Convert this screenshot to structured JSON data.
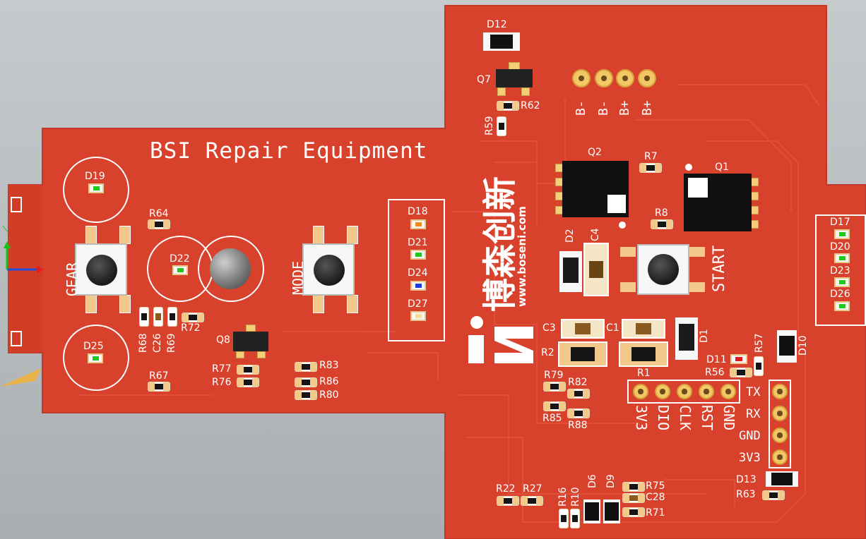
{
  "board": {
    "title": "BSI Repair Equipment",
    "brand_cn": "博森创新",
    "brand_url": "www.boseni.com",
    "colors": {
      "pcb": "#d8412b",
      "silk": "#ffffff",
      "pad": "#f2c98b",
      "background": "#b6babe"
    }
  },
  "buttons": {
    "gear": "GEAR",
    "mode": "MODE",
    "start": "START"
  },
  "battery": [
    "B-",
    "B-",
    "B+",
    "B+"
  ],
  "header_left": [
    "3V3",
    "DIO",
    "CLK",
    "RST",
    "GND"
  ],
  "header_right": [
    "TX",
    "RX",
    "GND",
    "3V3"
  ],
  "designators": {
    "D12": "D12",
    "Q7": "Q7",
    "R62": "R62",
    "R59": "R59",
    "Q2": "Q2",
    "R7": "R7",
    "Q1": "Q1",
    "R8": "R8",
    "D2": "D2",
    "C4": "C4",
    "D19": "D19",
    "R64": "R64",
    "D22": "D22",
    "D25": "D25",
    "R67": "R67",
    "R68": "R68",
    "C26": "C26",
    "R69": "R69",
    "R72": "R72",
    "Q8": "Q8",
    "R77": "R77",
    "R76": "R76",
    "R83": "R83",
    "R86": "R86",
    "R80": "R80",
    "D18": "D18",
    "D21": "D21",
    "D24": "D24",
    "D27": "D27",
    "C3": "C3",
    "C1": "C1",
    "R2": "R2",
    "D1": "D1",
    "R1": "R1",
    "D11": "D11",
    "R57": "R57",
    "R56": "R56",
    "D10": "D10",
    "R79": "R79",
    "R82": "R82",
    "R85": "R85",
    "R88": "R88",
    "D17": "D17",
    "D20": "D20",
    "D23": "D23",
    "D26": "D26",
    "D13": "D13",
    "R63": "R63",
    "R22": "R22",
    "R27": "R27",
    "R16": "R16",
    "R10": "R10",
    "D6": "D6",
    "D9": "D9",
    "R75": "R75",
    "C28": "C28",
    "R71": "R71"
  },
  "led_colors": {
    "green": "#22c81e",
    "orange": "#f08a14",
    "blue": "#1f3cd8",
    "red": "#e01b1b",
    "clear": "#f0e0a0"
  }
}
